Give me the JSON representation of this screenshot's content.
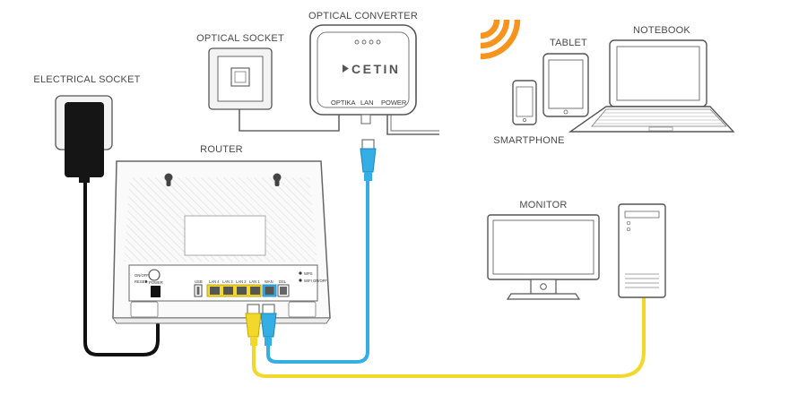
{
  "labels": {
    "electrical_socket": "ELECTRICAL SOCKET",
    "optical_socket": "OPTICAL SOCKET",
    "optical_converter": "OPTICAL CONVERTER",
    "router": "ROUTER",
    "tablet": "TABLET",
    "notebook": "NOTEBOOK",
    "smartphone": "SMARTPHONE",
    "monitor": "MONITOR"
  },
  "converter": {
    "brand": "CETIN",
    "port_optika": "OPTIKA",
    "port_lan": "LAN",
    "port_power": "POWER"
  },
  "router_panel": {
    "on_off": "ON/OFF",
    "reset": "RESET",
    "power": "POWER",
    "usb": "USB",
    "lan4": "LAN 4",
    "lan3": "LAN 3",
    "lan2": "LAN 2",
    "lan1": "LAN 1",
    "wan": "WAN",
    "dsl": "DSL",
    "wps": "WPS",
    "wifi_onoff": "WIFI ON/OFF"
  },
  "colors": {
    "wifi_orange": "#f7941d",
    "cable_yellow": "#f2d82a",
    "cable_blue": "#35aee6",
    "cable_black": "#111111",
    "outline_gray": "#555555"
  },
  "icons": [
    "wifi-signal-icon",
    "cetin-logo-arrow-icon"
  ]
}
